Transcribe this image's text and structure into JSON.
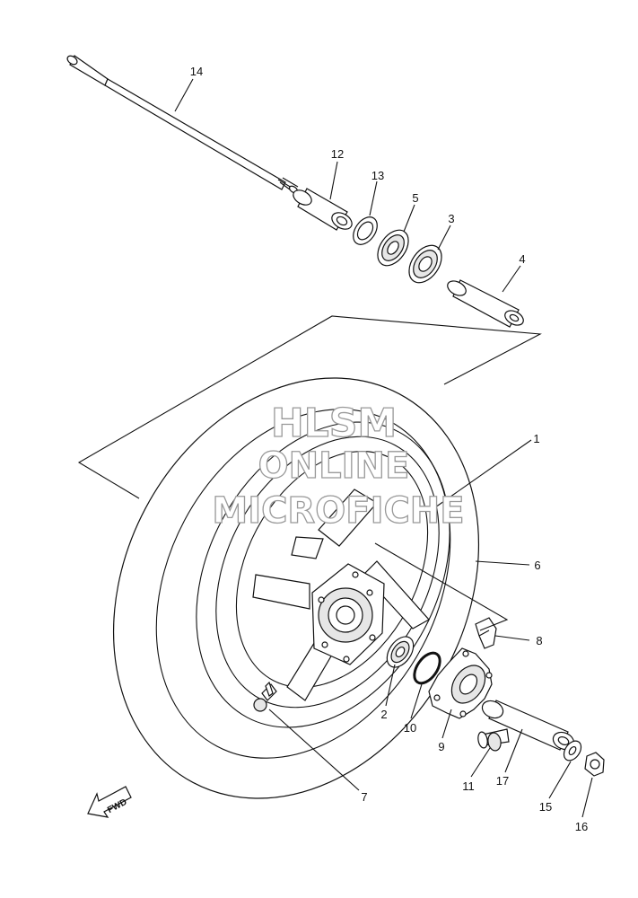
{
  "watermark": {
    "line1": "HLSM",
    "line2": "ONLINE",
    "line3": "MICROFICHE"
  },
  "direction_label": "FWD",
  "callouts": [
    {
      "id": "1",
      "label": "1"
    },
    {
      "id": "2",
      "label": "2"
    },
    {
      "id": "3",
      "label": "3"
    },
    {
      "id": "4",
      "label": "4"
    },
    {
      "id": "5",
      "label": "5"
    },
    {
      "id": "6",
      "label": "6"
    },
    {
      "id": "7",
      "label": "7"
    },
    {
      "id": "8",
      "label": "8"
    },
    {
      "id": "9",
      "label": "9"
    },
    {
      "id": "10",
      "label": "10"
    },
    {
      "id": "11",
      "label": "11"
    },
    {
      "id": "12",
      "label": "12"
    },
    {
      "id": "13",
      "label": "13"
    },
    {
      "id": "14",
      "label": "14"
    },
    {
      "id": "15",
      "label": "15"
    },
    {
      "id": "16",
      "label": "16"
    },
    {
      "id": "17",
      "label": "17"
    }
  ]
}
